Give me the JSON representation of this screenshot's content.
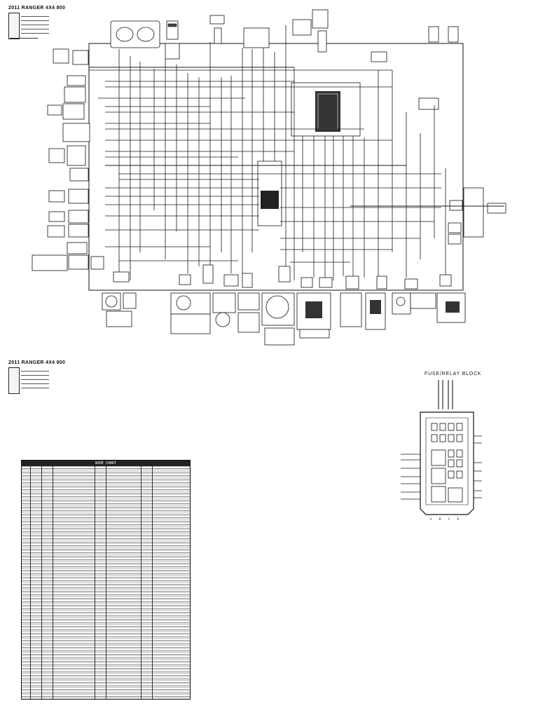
{
  "diagram": {
    "page1_title": "2011 RANGER 4X4 800",
    "page2_title": "2011 RANGER 4X4 800"
  },
  "fuse_block": {
    "title": "FUSE/RELAY BLOCK",
    "bottom_labels": [
      "A",
      "B C",
      "D"
    ]
  },
  "wire_table": {
    "header": "WIRE CHART"
  }
}
